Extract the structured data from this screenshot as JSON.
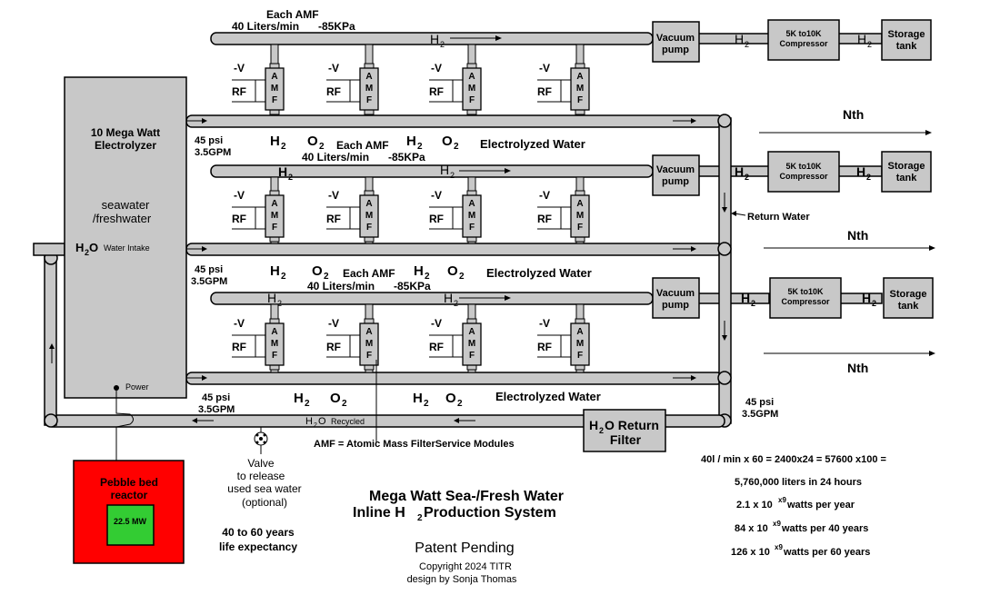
{
  "electrolyzer": {
    "title_line1": "10 Mega Watt",
    "title_line2": "Electrolyzer",
    "sub_line1": "seawater",
    "sub_line2": "/freshwater",
    "intake_h": "H",
    "intake_2": "2",
    "intake_o": "O",
    "intake_label": "Water Intake",
    "power_label": "Power"
  },
  "top": {
    "each_amf": "Each AMF",
    "flow": "40 Liters/min",
    "pressure": "-85KPa"
  },
  "row_mid": {
    "each_amf": "Each AMF",
    "flow": "40 Liters/min",
    "pressure": "-85KPa"
  },
  "row_low": {
    "each_amf": "Each AMF",
    "flow": "40 Liters/min",
    "pressure": "-85KPa"
  },
  "amf": {
    "neg_v": "-V",
    "rf": "RF",
    "l1": "A",
    "l2": "M",
    "l3": "F"
  },
  "stage_labels": {
    "psi": "45 psi",
    "gpm": "3.5GPM",
    "h": "H",
    "o": "O",
    "sub2": "2",
    "electrolyzed": "Electrolyzed Water"
  },
  "vacuum_pump": {
    "line1": "Vacuum",
    "line2": "pump"
  },
  "compressor": {
    "line1": "5K to10K",
    "line2": "Compressor"
  },
  "storage": {
    "line1": "Storage",
    "line2": "tank"
  },
  "nth": "Nth",
  "return_water": "Return Water",
  "return_filter": {
    "line1_h": "H",
    "line1_2": "2",
    "line1_rest": "O Return",
    "line2": "Filter"
  },
  "recycled": {
    "h": "H",
    "sub": "2",
    "o": "O",
    "rest": "Recycled"
  },
  "right_psi": {
    "psi": "45 psi",
    "gpm": "3.5GPM"
  },
  "amf_legend": "AMF = Atomic Mass FilterService Modules",
  "valve": {
    "l1": "Valve",
    "l2": "to release",
    "l3": "used sea water",
    "l4": "(optional)"
  },
  "reactor": {
    "l1": "Pebble bed",
    "l2": "reactor",
    "power": "22.5 MW"
  },
  "life": {
    "l1": "40 to 60 years",
    "l2": "life expectancy"
  },
  "title": {
    "l1": "Mega Watt Sea-/Fresh Water",
    "l2a": "Inline H",
    "l2sub": "2",
    "l2b": " Production System"
  },
  "patent": "Patent Pending",
  "copyright": "Copyright 2024 TITR",
  "design": "design by Sonja Thomas",
  "calc": {
    "c1": "40l / min x 60 = 2400x24 = 57600 x100 =",
    "c2": "5,760,000 liters in 24 hours",
    "c3a": "2.1 x 10",
    "c3sup": "x9",
    "c3b": " watts per year",
    "c4a": "84 x 10",
    "c4sup": "x9",
    "c4b": "  watts per 40 years",
    "c5a": "126 x 10",
    "c5sup": "x9",
    "c5b": " watts per 60 years"
  },
  "colors": {
    "pipe": "#c8c8c8",
    "reactor": "#ff0000",
    "reactor_core": "#33cc33"
  }
}
